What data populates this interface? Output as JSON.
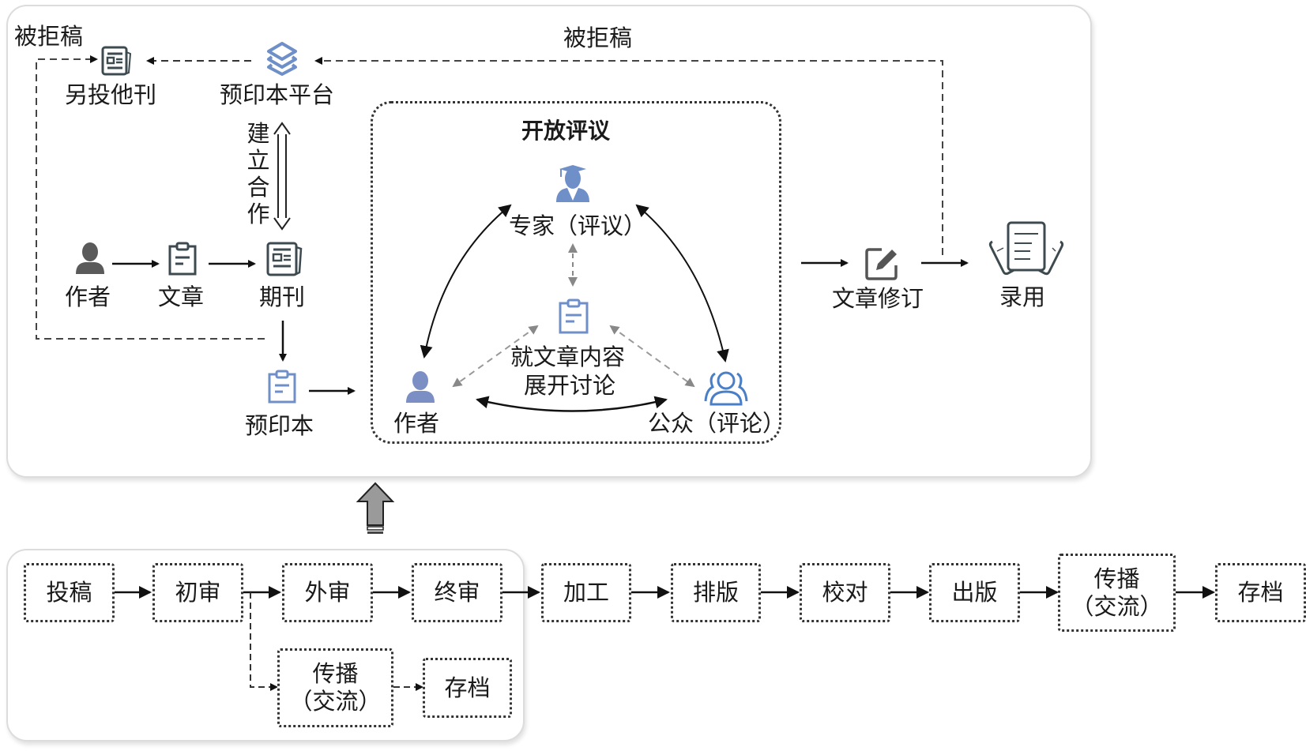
{
  "top_panel": {
    "rejected_left": "被拒稿",
    "rejected_top": "被拒稿",
    "other_journal": "另投他刊",
    "preprint_platform": "预印本平台",
    "cooperate": [
      "建",
      "立",
      "合",
      "作"
    ],
    "author": "作者",
    "article": "文章",
    "journal": "期刊",
    "preprint": "预印本",
    "revision": "文章修订",
    "accepted": "录用",
    "open_review": {
      "title": "开放评议",
      "expert": "专家（评议）",
      "discussion_line1": "就文章内容",
      "discussion_line2": "展开讨论",
      "author": "作者",
      "public": "公众（评论）"
    }
  },
  "bottom_panel": {
    "steps": [
      "投稿",
      "初审",
      "外审",
      "终审"
    ],
    "branch": {
      "spread_line1": "传播",
      "spread_line2": "（交流）",
      "archive": "存档"
    }
  },
  "outside_steps": [
    "加工",
    "排版",
    "校对",
    "出版"
  ],
  "final_spread": {
    "line1": "传播",
    "line2": "（交流）"
  },
  "final_archive": "存档",
  "colors": {
    "icon_dark": "#3d4a4f",
    "icon_blue": "#6f8fc9",
    "arrow_gray": "#999999"
  }
}
